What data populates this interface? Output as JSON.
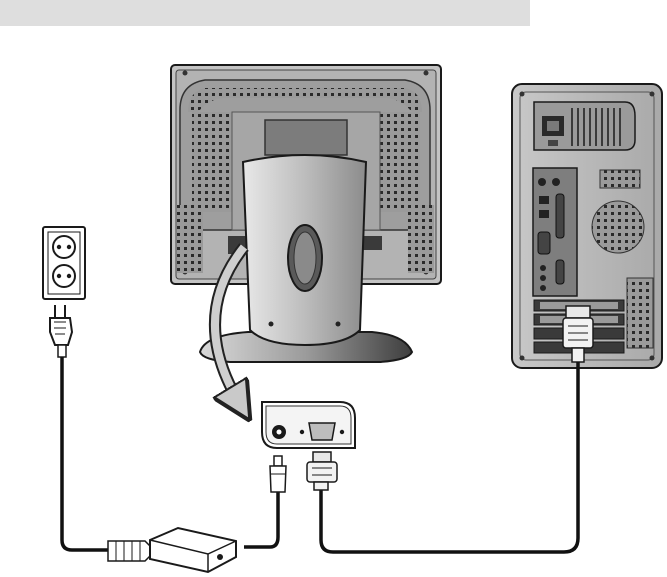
{
  "header": {
    "text": ""
  },
  "components": {
    "wall_outlet": {
      "name": "wall-outlet",
      "socket_count": 2
    },
    "monitor_rear": {
      "name": "monitor-rear"
    },
    "computer_tower": {
      "name": "computer-tower"
    },
    "power_adapter": {
      "name": "power-adapter"
    },
    "monitor_ports": {
      "ports": [
        "dc-power-input",
        "vga-input"
      ]
    }
  },
  "colors": {
    "panel_gray": "#b8b8b8",
    "dark_gray": "#5a5a5a",
    "light_gray": "#d6d6d6",
    "outline": "#1a1a1a",
    "cable": "#111111"
  }
}
